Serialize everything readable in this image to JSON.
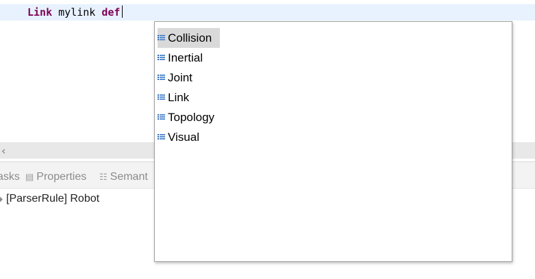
{
  "editor": {
    "keyword_link": "Link",
    "identifier": "mylink",
    "keyword_def": "def"
  },
  "tabs": [
    {
      "label": "asks",
      "icon": "tasks-icon"
    },
    {
      "label": "Properties",
      "icon": "properties-icon"
    },
    {
      "label": "Semant",
      "icon": "semantic-model-icon"
    }
  ],
  "outline": {
    "row": "[ParserRule] Robot",
    "icon": "parser-rule-icon"
  },
  "content_assist": {
    "items": [
      {
        "label": "Collision",
        "selected": true,
        "icon": "template-icon"
      },
      {
        "label": "Inertial",
        "selected": false,
        "icon": "template-icon"
      },
      {
        "label": "Joint",
        "selected": false,
        "icon": "template-icon"
      },
      {
        "label": "Link",
        "selected": false,
        "icon": "template-icon"
      },
      {
        "label": "Topology",
        "selected": false,
        "icon": "template-icon"
      },
      {
        "label": "Visual",
        "selected": false,
        "icon": "template-icon"
      }
    ]
  },
  "colors": {
    "keyword": "#7f0055",
    "current_line": "#e8f2fe",
    "selection": "#d9d9d9"
  }
}
